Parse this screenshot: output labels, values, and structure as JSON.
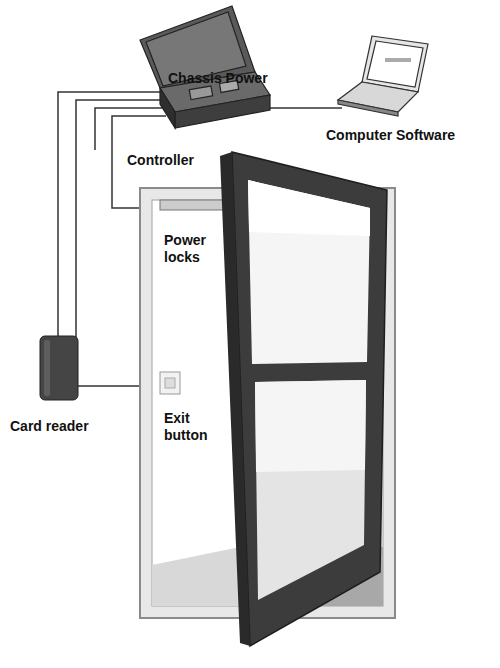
{
  "diagram": {
    "labels": [
      "Chassis Power",
      "Controller",
      "Computer Software",
      "Power locks",
      "Card reader",
      "Exit button"
    ]
  }
}
